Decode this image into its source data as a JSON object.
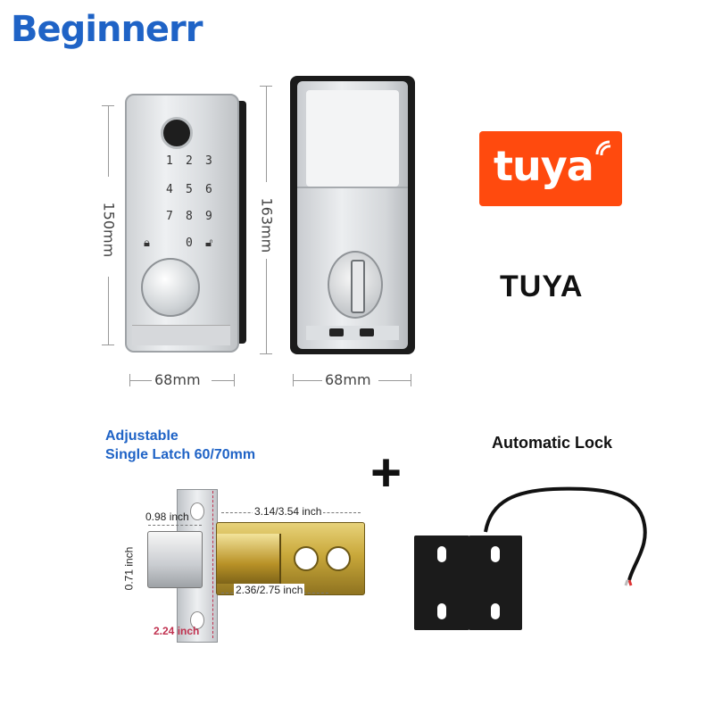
{
  "brand": {
    "name": "Beginnerr",
    "color": "#1f63c6"
  },
  "front_lock": {
    "keys": [
      "1",
      "2",
      "3",
      "4",
      "5",
      "6",
      "7",
      "8",
      "9",
      "0"
    ],
    "height_label": "150mm",
    "width_label": "68mm"
  },
  "back_lock": {
    "height_label": "163mm",
    "width_label": "68mm"
  },
  "tuya": {
    "logo_text": "tuya",
    "label": "TUYA",
    "logo_color": "#ff4a0e"
  },
  "latch": {
    "title_line1": "Adjustable",
    "title_line2": "Single Latch 60/70mm",
    "m_098": "0.98 inch",
    "m_backset": "3.14/3.54 inch",
    "m_071": "0.71 inch",
    "m_236": "2.36/2.75 inch",
    "m_224": "2.24 inch"
  },
  "plus_symbol": "+",
  "auto_lock": {
    "label": "Automatic Lock"
  }
}
